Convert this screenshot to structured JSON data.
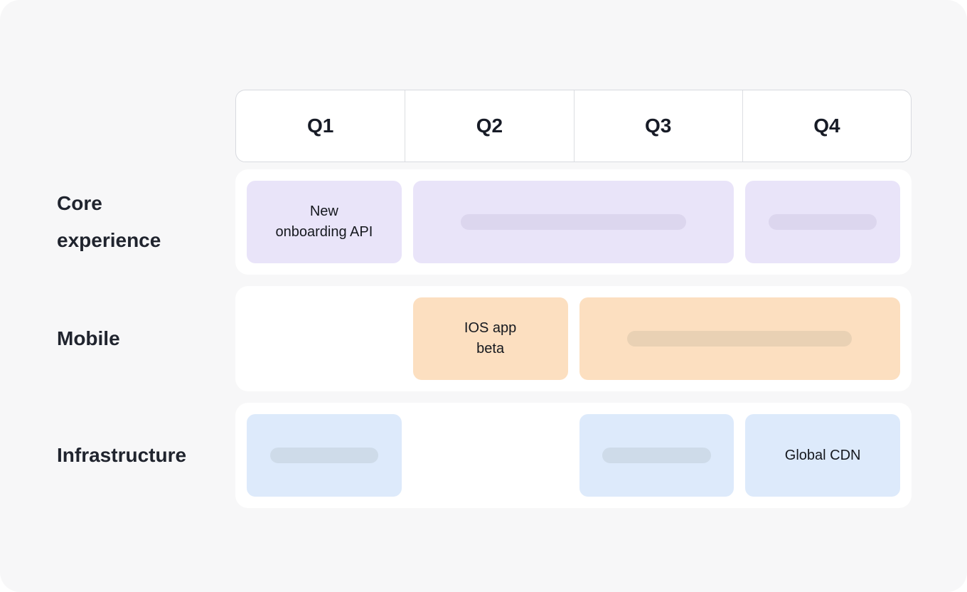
{
  "colors": {
    "canvas_bg": "#f7f7f8",
    "header_bg": "#ffffff",
    "header_border": "#d8dadf",
    "row_bg": "#ffffff",
    "heading_text": "#20242e",
    "card_text": "#15181e",
    "core_card": "#e9e4f9",
    "core_pill": "#dcd6ee",
    "mobile_card": "#fcdfc0",
    "mobile_pill": "#e9d1b4",
    "infra_card": "#ddeafb",
    "infra_pill": "#cedbe9"
  },
  "header": {
    "quarters": [
      "Q1",
      "Q2",
      "Q3",
      "Q4"
    ]
  },
  "rows": [
    {
      "label": "Core experience",
      "cards": [
        {
          "text": "New\nonboarding API",
          "quarter_start": "Q1",
          "quarter_end": "Q1",
          "placeholder": false
        },
        {
          "text": "",
          "quarter_start": "Q2",
          "quarter_end": "Q3",
          "placeholder": true
        },
        {
          "text": "",
          "quarter_start": "Q4",
          "quarter_end": "Q4",
          "placeholder": true
        }
      ]
    },
    {
      "label": "Mobile",
      "cards": [
        {
          "text": "IOS app\nbeta",
          "quarter_start": "Q2",
          "quarter_end": "Q2",
          "placeholder": false
        },
        {
          "text": "",
          "quarter_start": "Q3",
          "quarter_end": "Q4",
          "placeholder": true
        }
      ]
    },
    {
      "label": "Infrastructure",
      "cards": [
        {
          "text": "",
          "quarter_start": "Q1",
          "quarter_end": "Q1",
          "placeholder": true
        },
        {
          "text": "",
          "quarter_start": "Q3",
          "quarter_end": "Q3",
          "placeholder": true
        },
        {
          "text": "Global CDN",
          "quarter_start": "Q4",
          "quarter_end": "Q4",
          "placeholder": false
        }
      ]
    }
  ]
}
